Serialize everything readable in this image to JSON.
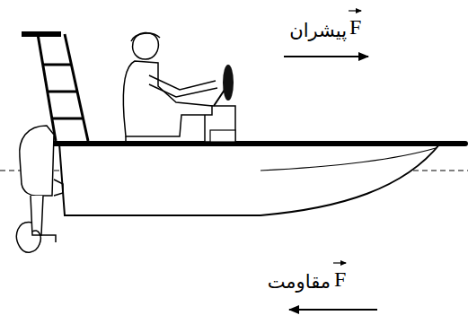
{
  "diagram": {
    "labels": [
      "پیشران",
      "F",
      "مقاومت",
      "F"
    ]
  }
}
